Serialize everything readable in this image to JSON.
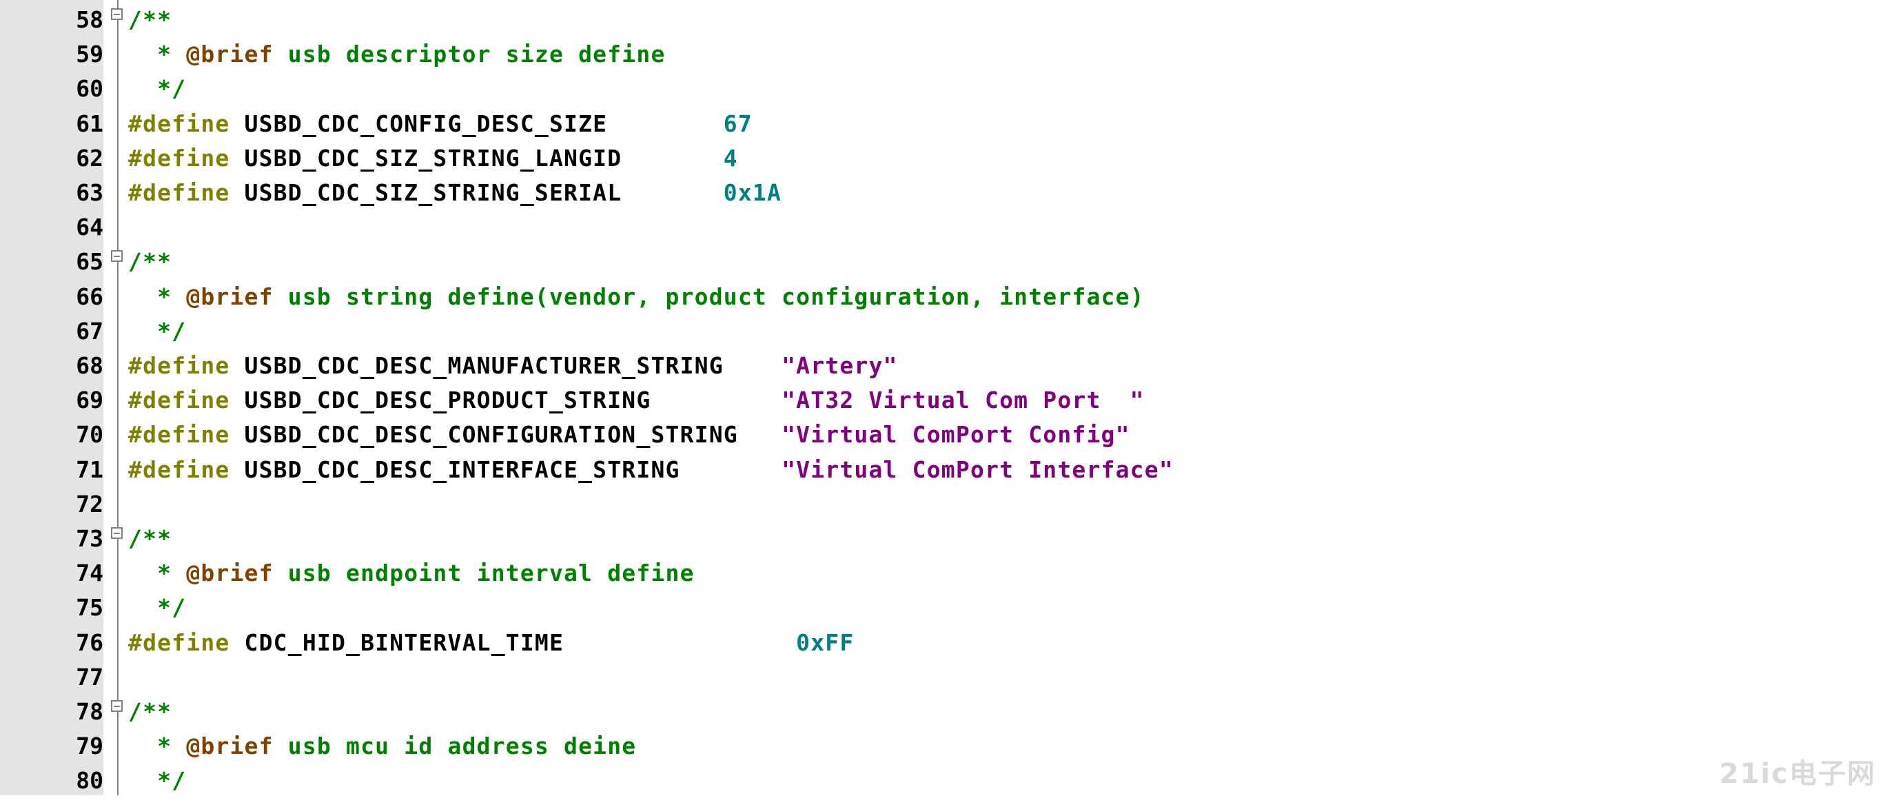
{
  "editor": {
    "colors": {
      "comment": "#008000",
      "doc_tag": "#804000",
      "preprocessor": "#808000",
      "identifier": "#000000",
      "number": "#008080",
      "string": "#800080",
      "gutter": "#e4e4e4"
    },
    "lines": [
      {
        "num": "58",
        "fold": true,
        "comment": "/**"
      },
      {
        "num": "59",
        "doc_prefix": "  * ",
        "doc_tag": "@brief",
        "comment": " usb descriptor size define"
      },
      {
        "num": "60",
        "comment": "  */"
      },
      {
        "num": "61",
        "kw": "#define",
        "name": " USBD_CDC_CONFIG_DESC_SIZE        ",
        "value": "67",
        "value_type": "num"
      },
      {
        "num": "62",
        "kw": "#define",
        "name": " USBD_CDC_SIZ_STRING_LANGID       ",
        "value": "4",
        "value_type": "num"
      },
      {
        "num": "63",
        "kw": "#define",
        "name": " USBD_CDC_SIZ_STRING_SERIAL       ",
        "value": "0x1A",
        "value_type": "num"
      },
      {
        "num": "64"
      },
      {
        "num": "65",
        "fold": true,
        "comment": "/**"
      },
      {
        "num": "66",
        "doc_prefix": "  * ",
        "doc_tag": "@brief",
        "comment": " usb string define(vendor, product configuration, interface)"
      },
      {
        "num": "67",
        "comment": "  */"
      },
      {
        "num": "68",
        "kw": "#define",
        "name": " USBD_CDC_DESC_MANUFACTURER_STRING    ",
        "value": "\"Artery\"",
        "value_type": "str"
      },
      {
        "num": "69",
        "kw": "#define",
        "name": " USBD_CDC_DESC_PRODUCT_STRING         ",
        "value": "\"AT32 Virtual Com Port  \"",
        "value_type": "str"
      },
      {
        "num": "70",
        "kw": "#define",
        "name": " USBD_CDC_DESC_CONFIGURATION_STRING   ",
        "value": "\"Virtual ComPort Config\"",
        "value_type": "str"
      },
      {
        "num": "71",
        "kw": "#define",
        "name": " USBD_CDC_DESC_INTERFACE_STRING       ",
        "value": "\"Virtual ComPort Interface\"",
        "value_type": "str"
      },
      {
        "num": "72"
      },
      {
        "num": "73",
        "fold": true,
        "comment": "/**"
      },
      {
        "num": "74",
        "doc_prefix": "  * ",
        "doc_tag": "@brief",
        "comment": " usb endpoint interval define"
      },
      {
        "num": "75",
        "comment": "  */"
      },
      {
        "num": "76",
        "kw": "#define",
        "name": " CDC_HID_BINTERVAL_TIME                ",
        "value": "0xFF",
        "value_type": "num"
      },
      {
        "num": "77"
      },
      {
        "num": "78",
        "fold": true,
        "comment": "/**"
      },
      {
        "num": "79",
        "doc_prefix": "  * ",
        "doc_tag": "@brief",
        "comment": " usb mcu id address deine"
      },
      {
        "num": "80",
        "comment": "  */"
      }
    ]
  },
  "watermark": {
    "text": "21ic电子网"
  }
}
